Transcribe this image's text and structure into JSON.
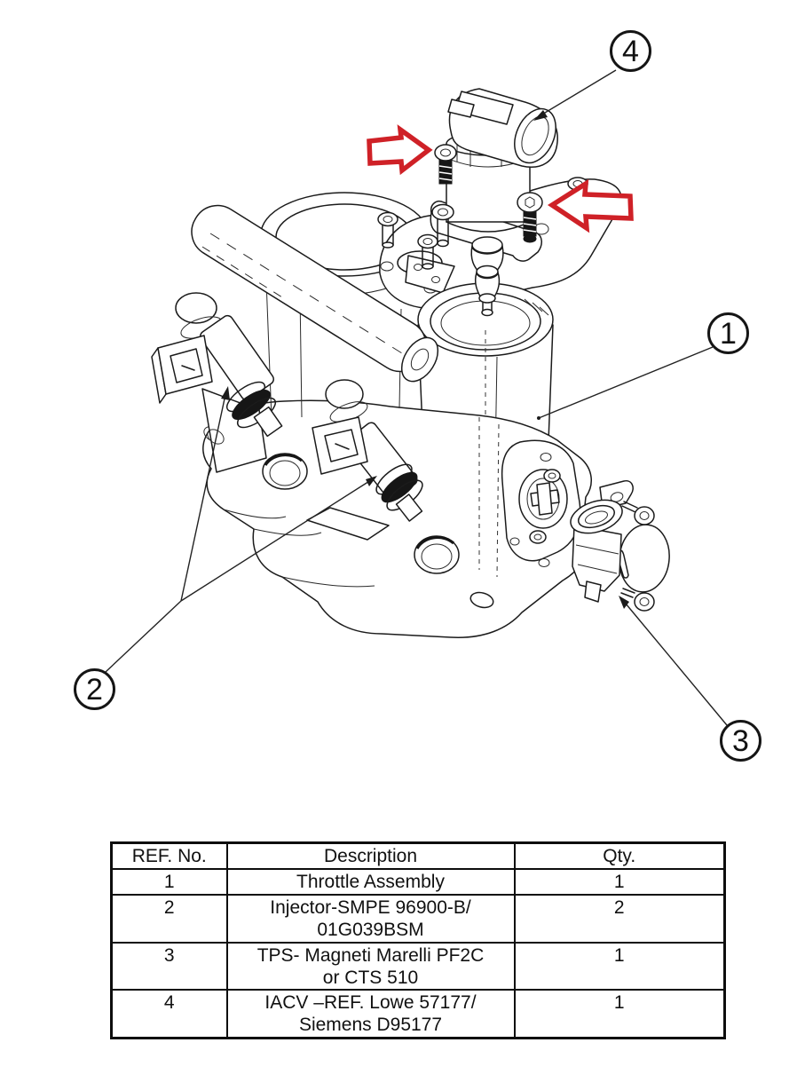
{
  "figure": {
    "type": "exploded-parts-diagram",
    "subject": "Throttle body assembly with injectors, TPS and IACV",
    "callouts": [
      {
        "label": "1",
        "points_to": "throttle assembly bore"
      },
      {
        "label": "2",
        "points_to": "fuel injectors (two leader lines)"
      },
      {
        "label": "3",
        "points_to": "TPS sensor"
      },
      {
        "label": "4",
        "points_to": "IACV valve"
      }
    ],
    "highlight_arrows": [
      {
        "direction": "right",
        "points_to": "IACV left mounting screw"
      },
      {
        "direction": "left",
        "points_to": "IACV right mounting screw"
      }
    ],
    "colors": {
      "line": "#1b1b1b",
      "highlight_arrow": "#cf2127",
      "background": "#ffffff"
    }
  },
  "parts_table": {
    "headers": {
      "ref": "REF. No.",
      "description": "Description",
      "qty": "Qty."
    },
    "rows": [
      {
        "ref": "1",
        "description_lines": [
          "Throttle Assembly"
        ],
        "qty": "1"
      },
      {
        "ref": "2",
        "description_lines": [
          "Injector-SMPE 96900-B/",
          "01G039BSM"
        ],
        "qty": "2"
      },
      {
        "ref": "3",
        "description_lines": [
          "TPS- Magneti Marelli PF2C",
          "or CTS 510"
        ],
        "qty": "1"
      },
      {
        "ref": "4",
        "description_lines": [
          "IACV –REF. Lowe 57177/",
          "Siemens D95177"
        ],
        "qty": "1"
      }
    ]
  }
}
